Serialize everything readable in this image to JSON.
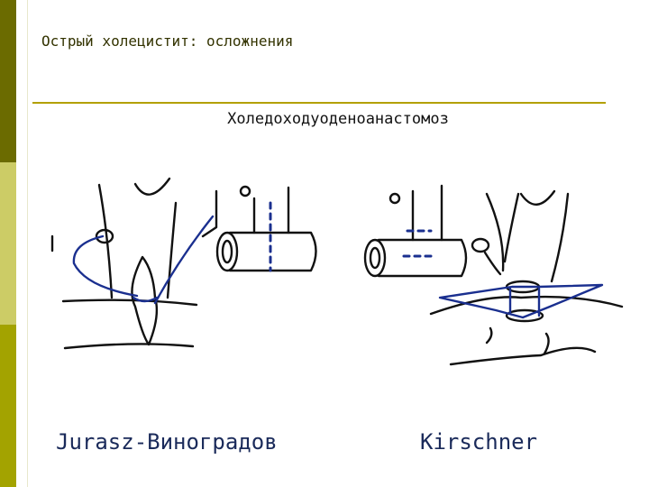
{
  "slide": {
    "title": "Острый холецистит: осложнения",
    "subtitle": "Холедоходуоденоанастомоз"
  },
  "figures": {
    "left_caption": "Jurasz-Виноградов",
    "right_caption": "Kirschner"
  },
  "colors": {
    "bar_dark": "#6b6b00",
    "bar_light": "#cccc66",
    "bar_mid": "#a3a300",
    "rule": "#b3a000",
    "suture_blue": "#1a2f8f"
  }
}
